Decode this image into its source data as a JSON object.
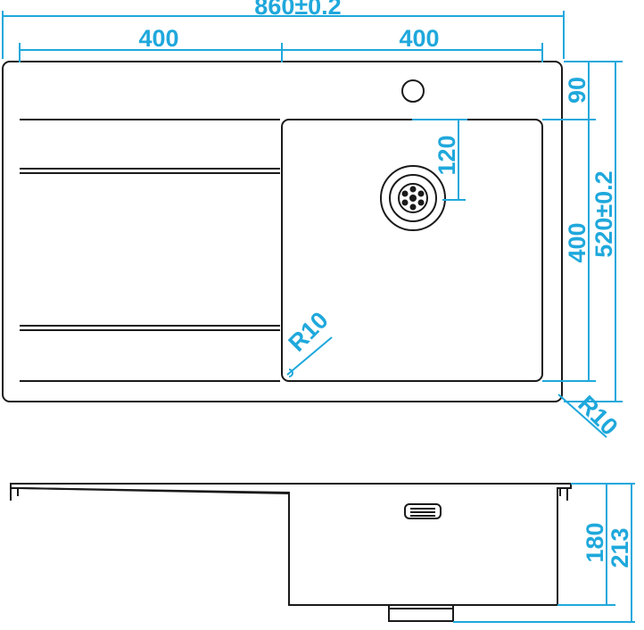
{
  "colors": {
    "dimension": "#1fa8dc",
    "outline": "#1a1a1a"
  },
  "dimensions": {
    "total_width": "860±0.2",
    "drainer_width": "400",
    "bowl_width": "400",
    "tap_offset": "90",
    "waste_offset": "120",
    "bowl_length": "400",
    "total_length": "520±0.2",
    "inner_radius": "R10",
    "outer_radius": "R10",
    "bowl_depth": "180",
    "total_depth": "213"
  },
  "icons": {
    "waste": "strainer-icon",
    "tap_hole": "tap-hole-icon",
    "overflow": "overflow-icon"
  }
}
